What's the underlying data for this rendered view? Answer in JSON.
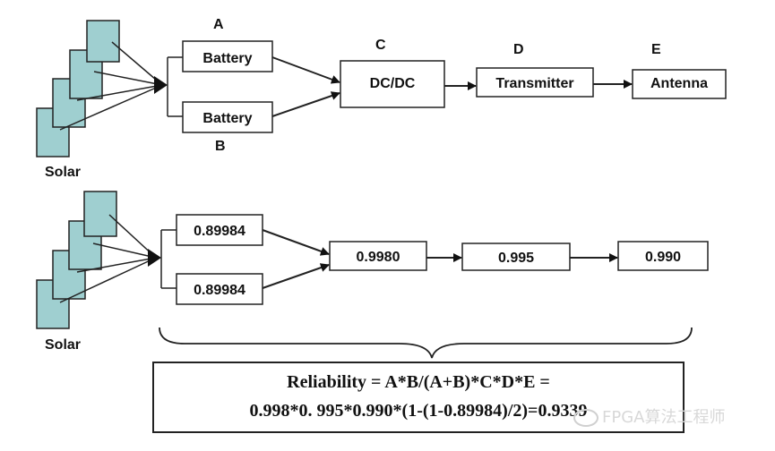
{
  "top": {
    "labels": {
      "a": "A",
      "b": "B",
      "c": "C",
      "d": "D",
      "e": "E",
      "solar": "Solar"
    },
    "boxes": {
      "battery_a": "Battery",
      "battery_b": "Battery",
      "dcdc": "DC/DC",
      "transmitter": "Transmitter",
      "antenna": "Antenna"
    }
  },
  "bottom": {
    "labels": {
      "solar": "Solar"
    },
    "boxes": {
      "battery_a": "0.89984",
      "battery_b": "0.89984",
      "dcdc": "0.9980",
      "transmitter": "0.995",
      "antenna": "0.990"
    }
  },
  "formula": {
    "line1": "Reliability = A*B/(A+B)*C*D*E =",
    "line2": "0.998*0. 995*0.990*(1-(1-0.89984)/2)=0.9339"
  },
  "watermark": {
    "text": "FPGA算法工程师"
  },
  "colors": {
    "panel_fill": "#9fcfd0",
    "stroke": "#111111"
  }
}
